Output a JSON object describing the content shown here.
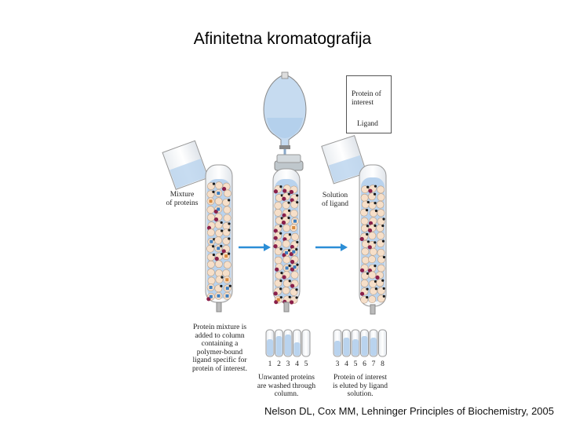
{
  "title": "Afinitetna kromatografija",
  "citation": "Nelson DL, Cox MM, Lehninger Principles of Biochemistry, 2005",
  "labels": {
    "mixture": "Mixture\nof proteins",
    "solution": "Solution\nof ligand",
    "legend_protein": "Protein of\ninterest",
    "legend_ligand": "Ligand",
    "step1": "Protein mixture is\nadded to column\ncontaining a\npolymer-bound\nligand specific for\nprotein of interest.",
    "step2": "Unwanted proteins\nare washed through\ncolumn.",
    "step3": "Protein of interest\nis eluted by ligand\nsolution."
  },
  "fractions_wash": [
    "1",
    "2",
    "3",
    "4",
    "5"
  ],
  "fractions_elute": [
    "3",
    "4",
    "5",
    "6",
    "7",
    "8"
  ],
  "colors": {
    "buffer": "#b9d3ee",
    "bead": "#f6dfc9",
    "protein_of_interest": "#8a1f4a",
    "ligand": "#1b1b1b",
    "arrow": "#2c8ed6",
    "unwanted_blue": "#3d7fc1",
    "unwanted_orange": "#d98a3c"
  }
}
